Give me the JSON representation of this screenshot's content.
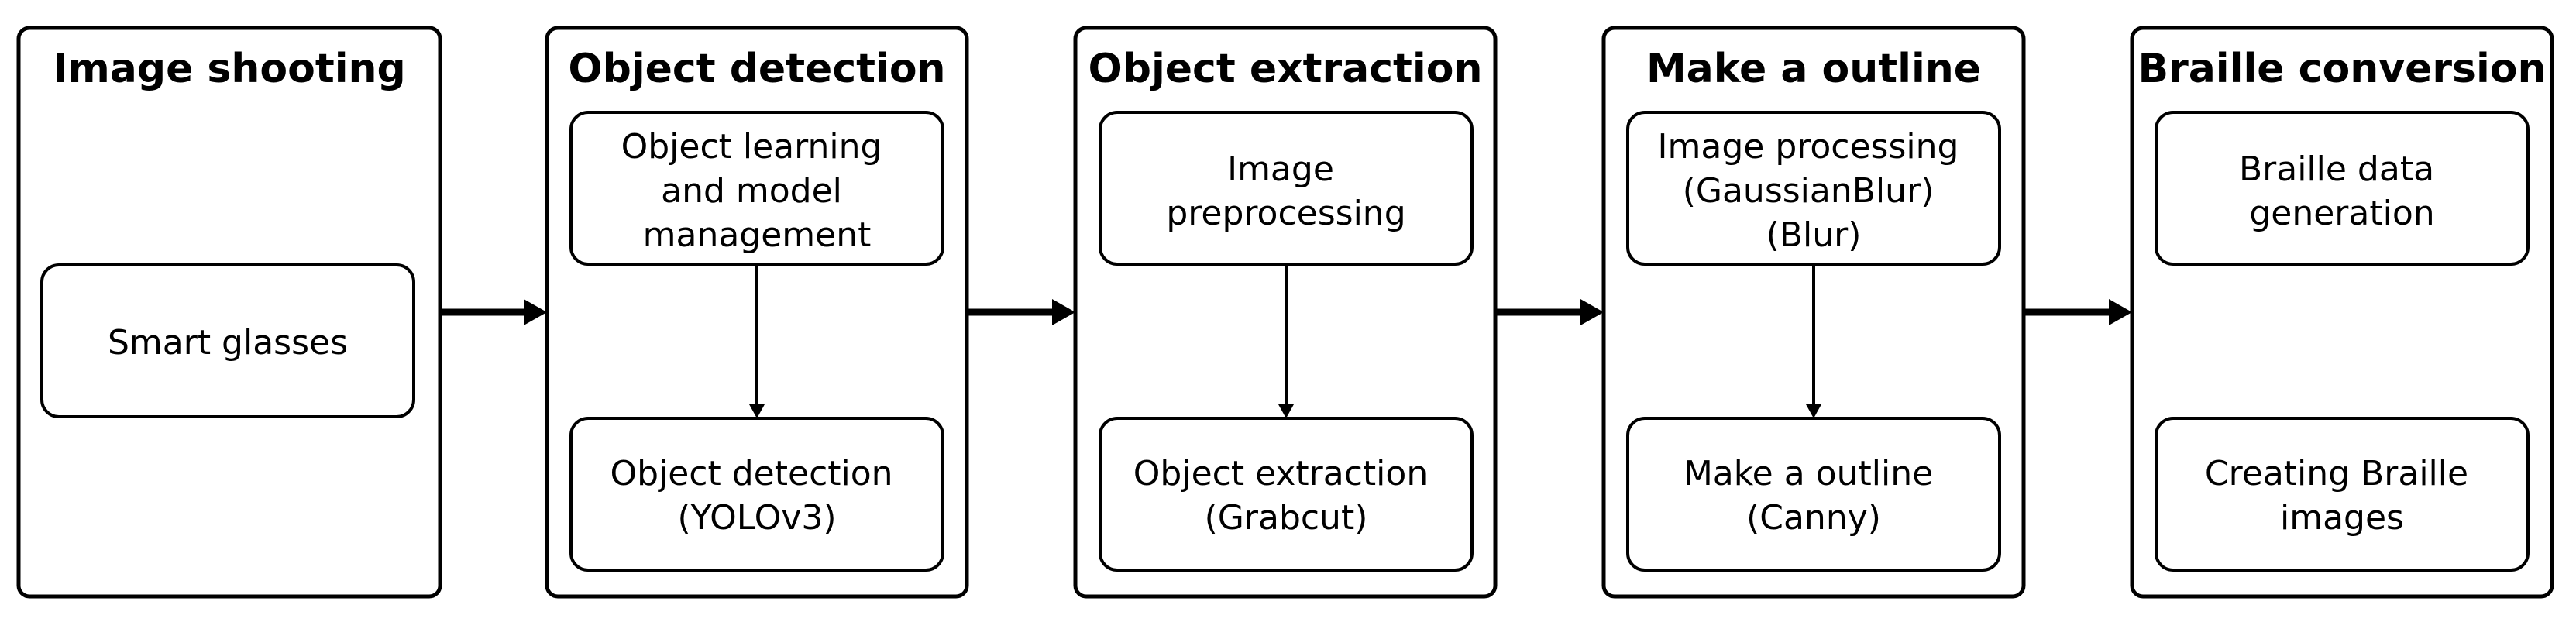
{
  "stages": [
    {
      "title": "Image shooting",
      "boxes": [
        {
          "lines": [
            "Smart glasses"
          ]
        }
      ]
    },
    {
      "title": "Object detection",
      "boxes": [
        {
          "lines": [
            "Object learning",
            "and model",
            "management"
          ]
        },
        {
          "lines": [
            "Object detection",
            "(YOLOv3)"
          ]
        }
      ]
    },
    {
      "title": "Object extraction",
      "boxes": [
        {
          "lines": [
            "Image",
            "preprocessing"
          ]
        },
        {
          "lines": [
            "Object extraction",
            "(Grabcut)"
          ]
        }
      ]
    },
    {
      "title": "Make a outline",
      "boxes": [
        {
          "lines": [
            "Image processing",
            "(GaussianBlur)",
            "(Blur)"
          ]
        },
        {
          "lines": [
            "Make a outline",
            "(Canny)"
          ]
        }
      ]
    },
    {
      "title": "Braille conversion",
      "boxes": [
        {
          "lines": [
            "Braille data",
            "generation"
          ]
        },
        {
          "lines": [
            "Creating Braille",
            "images"
          ]
        }
      ]
    }
  ]
}
